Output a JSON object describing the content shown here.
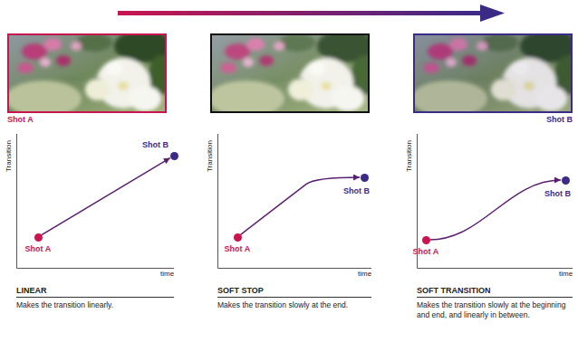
{
  "diagram": {
    "nodes": [
      {
        "text": [
          "Shot A"
        ]
      },
      {
        "text": [
          "Shot B"
        ]
      },
      {
        "text": [
          "Shot A"
        ]
      },
      {
        "text": [
          "Shot B"
        ]
      },
      {
        "text": [
          "Shot A"
        ]
      },
      {
        "text": [
          "Shot B"
        ]
      }
    ],
    "edges": [
      {
        "from": 0,
        "to": 1,
        "arrow": "to"
      },
      {
        "from": 2,
        "to": 3,
        "arrow": "to"
      },
      {
        "from": 4,
        "to": 5,
        "arrow": "to"
      }
    ],
    "labels": [
      "Shot A",
      "Shot B",
      "Transition",
      "time",
      "LINEAR",
      "Makes the transition linearly.",
      "Transition",
      "time",
      "SOFT STOP",
      "Makes the transition slowly at the end.",
      "Transition",
      "time",
      "SOFT TRANSITION",
      "Makes the transition slowly at the beginning and end, and linearly in between."
    ]
  }
}
